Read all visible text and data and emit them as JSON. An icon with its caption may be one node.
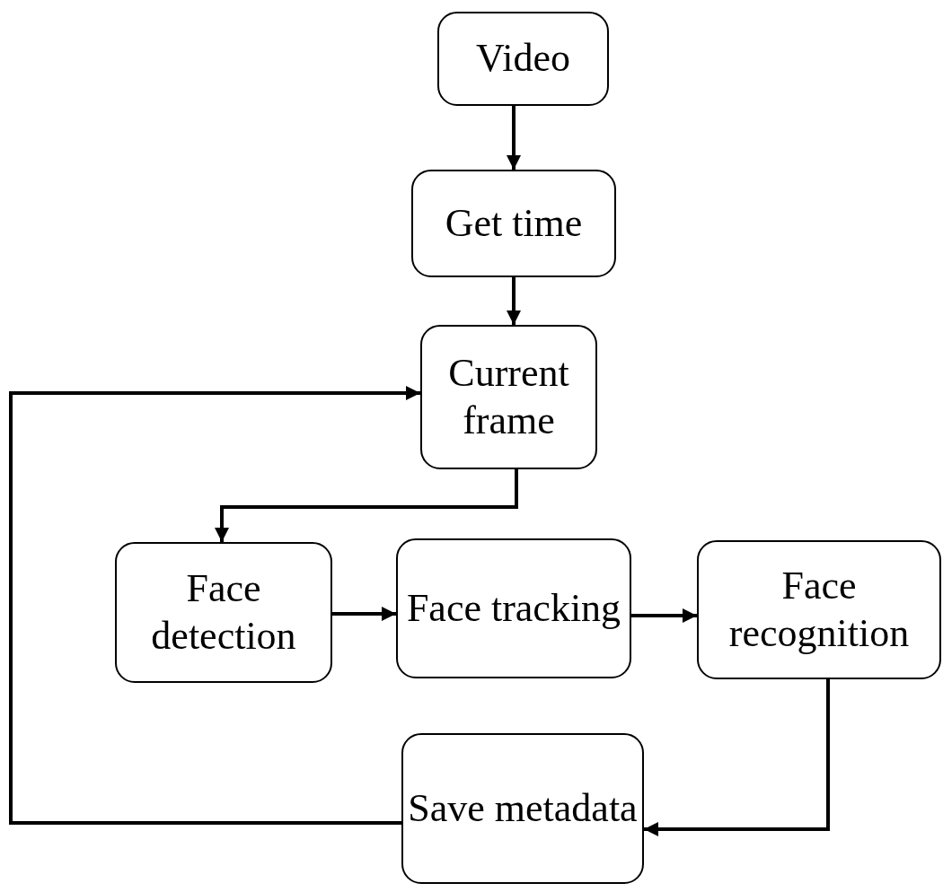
{
  "diagram": {
    "nodes": [
      {
        "text": [
          "Video"
        ]
      },
      {
        "text": [
          "Get time"
        ]
      },
      {
        "text": [
          "Current frame"
        ]
      },
      {
        "text": [
          "Face detection"
        ]
      },
      {
        "text": [
          "Face tracking"
        ]
      },
      {
        "text": [
          "Face recognition"
        ]
      },
      {
        "text": [
          "Save metadata"
        ]
      }
    ],
    "edges": [
      {
        "from": 0,
        "to": 1,
        "arrow": "to"
      },
      {
        "from": 1,
        "to": 2,
        "arrow": "to"
      },
      {
        "from": 2,
        "to": 3,
        "arrow": "to"
      },
      {
        "from": 3,
        "to": 4,
        "arrow": "to"
      },
      {
        "from": 4,
        "to": 5,
        "arrow": "to"
      },
      {
        "from": 5,
        "to": 6,
        "arrow": "to"
      },
      {
        "from": 6,
        "to": 2,
        "arrow": "to"
      }
    ]
  }
}
